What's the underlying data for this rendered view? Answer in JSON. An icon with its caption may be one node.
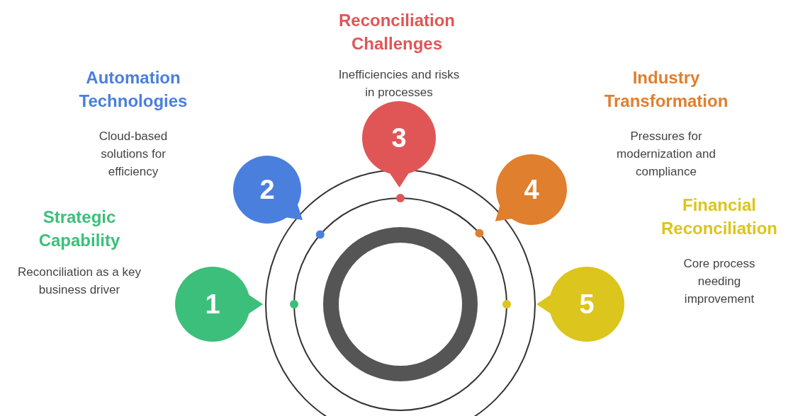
{
  "diagram": {
    "nodes": [
      {
        "text": [
          "1"
        ],
        "beside": [
          "Strategic Capability",
          "Reconciliation as a key business driver"
        ]
      },
      {
        "text": [
          "2"
        ],
        "beside": [
          "Automation Technologies",
          "Cloud-based solutions for efficiency"
        ]
      },
      {
        "text": [
          "3"
        ],
        "beside": [
          "Reconciliation Challenges",
          "Inefficiencies and risks in processes"
        ]
      },
      {
        "text": [
          "4"
        ],
        "beside": [
          "Industry Transformation",
          "Pressures for modernization and compliance"
        ]
      },
      {
        "text": [
          "5"
        ],
        "beside": [
          "Financial Reconciliation",
          "Core process needing improvement"
        ]
      }
    ],
    "edges": []
  }
}
